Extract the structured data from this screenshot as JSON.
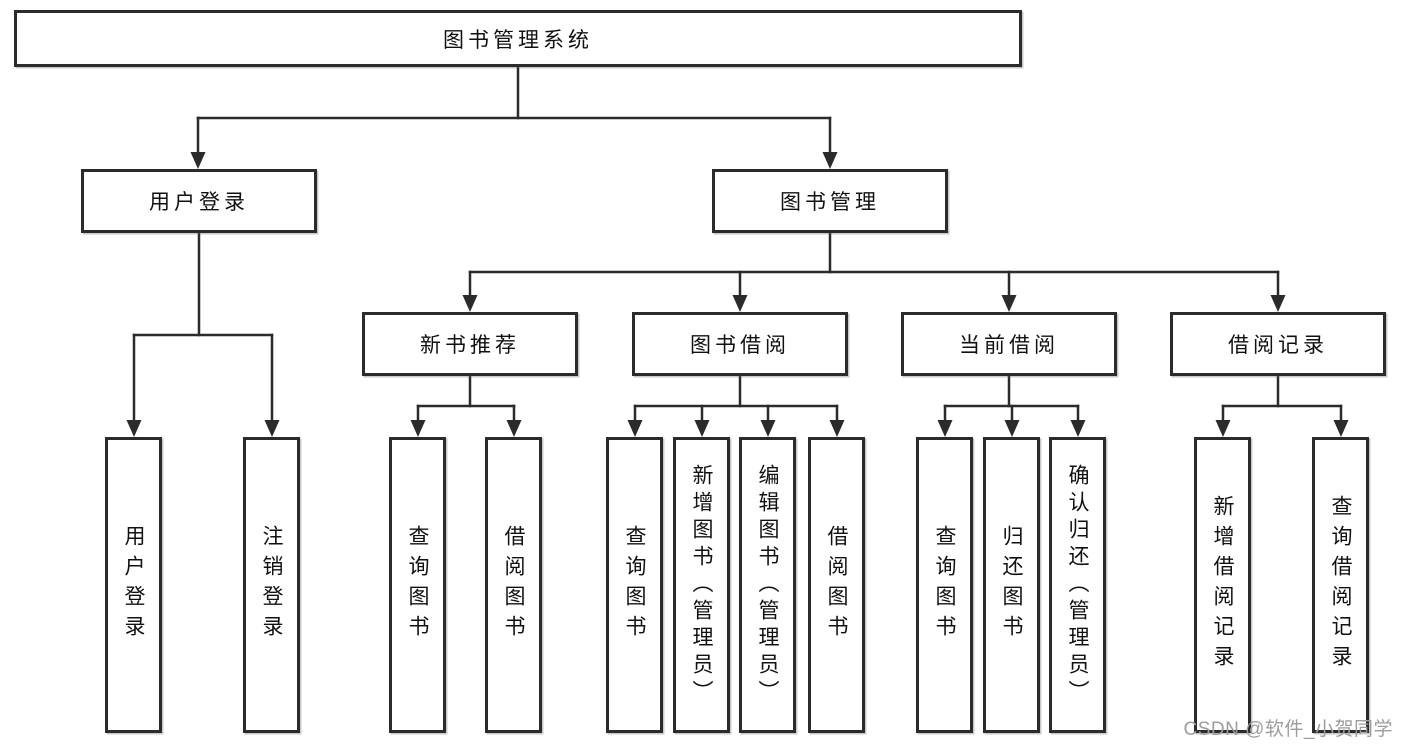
{
  "colors": {
    "background": "#ffffff",
    "line": "#2b2b2b",
    "box_border": "#2b2b2b",
    "box_fill": "#ffffff",
    "text": "#111111",
    "watermark": "#9d9d9d"
  },
  "diagram": {
    "root": {
      "label": "图书管理系统"
    },
    "branches": {
      "user_login": {
        "label": "用户登录",
        "children": [
          "用户登录",
          "注销登录"
        ]
      },
      "book_management": {
        "label": "图书管理",
        "sections": {
          "new_book_recommend": {
            "label": "新书推荐",
            "children": [
              "查询图书",
              "借阅图书"
            ]
          },
          "book_borrow": {
            "label": "图书借阅",
            "children": [
              "查询图书",
              "新增图书（管理员）",
              "编辑图书（管理员）",
              "借阅图书"
            ]
          },
          "current_borrow": {
            "label": "当前借阅",
            "children": [
              "查询图书",
              "归还图书",
              "确认归还（管理员）"
            ]
          },
          "borrow_record": {
            "label": "借阅记录",
            "children": [
              "新增借阅记录",
              "查询借阅记录"
            ]
          }
        }
      }
    }
  },
  "watermark": {
    "text": "CSDN @软件_小贺同学"
  }
}
